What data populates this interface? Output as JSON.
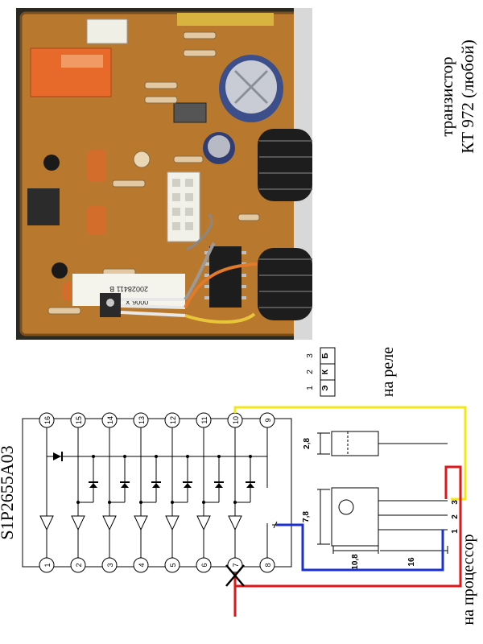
{
  "photo": {
    "board_text_1": "20028411 В",
    "board_text_2": "0006 X"
  },
  "transistor_label": {
    "line1": "транзистор",
    "line2": "КТ 972 (любой)"
  },
  "chip": {
    "name": "S1P2655A03",
    "top_pins": [
      "16",
      "15",
      "14",
      "13",
      "12",
      "11",
      "10",
      "9"
    ],
    "bottom_pins": [
      "1",
      "2",
      "3",
      "4",
      "5",
      "6",
      "7",
      "8"
    ]
  },
  "pinout": {
    "numbers": [
      "1",
      "2",
      "3"
    ],
    "letters": [
      "Э",
      "К",
      "Б"
    ]
  },
  "labels": {
    "relay": "на реле",
    "processor": "на процессор"
  },
  "dimensions": {
    "d1": "2,8",
    "d2": "7,8",
    "d3": "10,8",
    "d4": "16"
  },
  "wire_pin_numbers": [
    "1",
    "2",
    "3"
  ],
  "colors": {
    "pcb": "#b8792e",
    "relay": "#e86a2a",
    "wire_yellow": "#f5e61a",
    "wire_red": "#e0161a",
    "wire_blue": "#1a2fd6"
  }
}
